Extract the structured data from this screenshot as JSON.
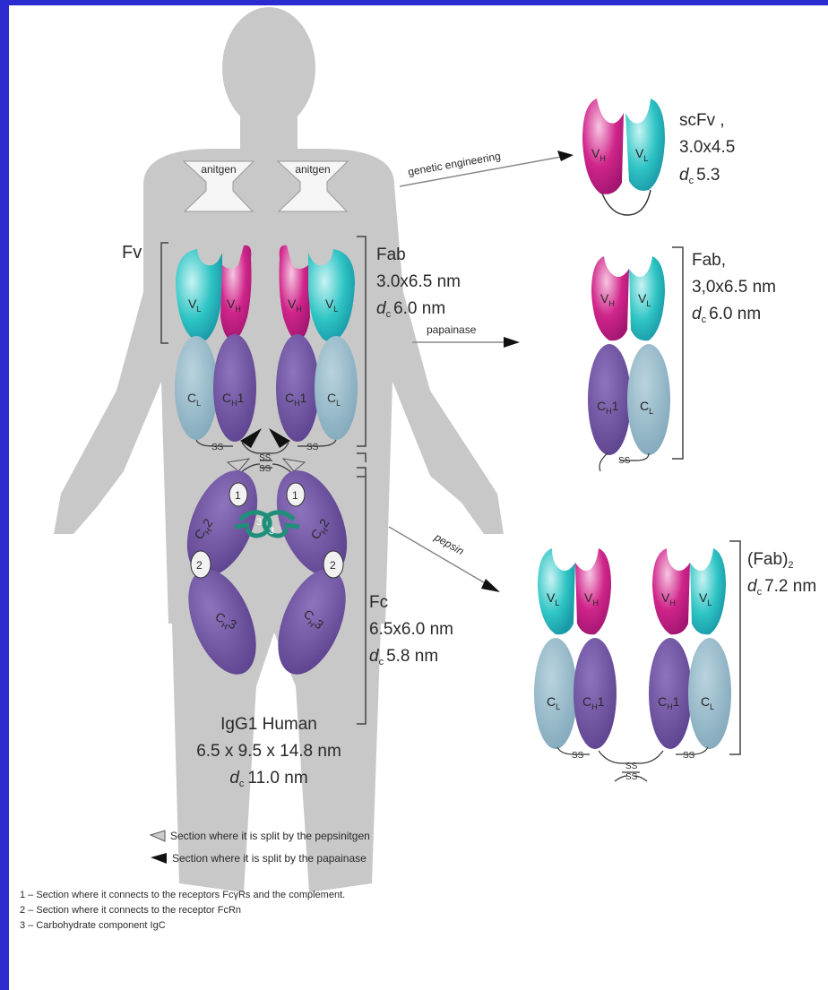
{
  "colors": {
    "background_frame": "#2b2bd0",
    "silhouette": "#c8c8c8",
    "variable_light": "#2ec4c4",
    "variable_heavy": "#d0258a",
    "constant_light": "#8fb5c6",
    "constant_heavy": "#6a4f9b",
    "carbohydrate": "#1f8f7a"
  },
  "antigens": [
    "anitgen",
    "anitgen"
  ],
  "main_antibody": {
    "fv_label": "Fv",
    "fab": {
      "title": "Fab",
      "size": "3.0x6.5 nm",
      "d_symbol": "d",
      "d_sub": "c",
      "d_value": "6.0 nm"
    },
    "fc": {
      "title": "Fc",
      "size": "6.5x6.0 nm",
      "d_symbol": "d",
      "d_sub": "c",
      "d_value": "5.8 nm"
    },
    "caption": {
      "title": "IgG1 Human",
      "size": "6.5 x 9.5 x 14.8 nm",
      "d_symbol": "d",
      "d_sub": "c",
      "d_value": "11.0 nm"
    },
    "domains": {
      "vl": "V",
      "vl_sub": "L",
      "vh": "V",
      "vh_sub": "H",
      "cl": "C",
      "cl_sub": "L",
      "ch1": "C",
      "ch1_sub": "H",
      "ch1_suffix": "1",
      "ch2": "C",
      "ch2_sub": "H",
      "ch2_suffix": "2",
      "ch3": "C",
      "ch3_sub": "H",
      "ch3_suffix": "3"
    },
    "site_numbers": [
      "1",
      "1",
      "2",
      "2",
      "3",
      "3"
    ],
    "ss": "SS"
  },
  "arrows": {
    "genetic": "genetic engineering",
    "papain": "papainase",
    "pepsin": "pepsin"
  },
  "scfv": {
    "title": "scFv ,",
    "size": "3.0x4.5",
    "d_symbol": "d",
    "d_sub": "c",
    "d_value": "5.3"
  },
  "fab_fragment": {
    "title": "Fab,",
    "size": "3,0x6.5 nm",
    "d_symbol": "d",
    "d_sub": "c",
    "d_value": "6.0 nm"
  },
  "fab2_fragment": {
    "title": "(Fab)",
    "title_sub": "2",
    "d_symbol": "d",
    "d_sub": "c",
    "d_value": "7.2 nm"
  },
  "legend": {
    "pepsin_marker": "Section where it is split by the pepsinitgen",
    "papain_marker": "Section where it is split by the papainase",
    "notes": [
      "1 – Section where it connects to the receptors FcγRs and the complement.",
      "2 – Section where it connects to the receptor FcRn",
      "3 – Carbohydrate component IgC"
    ]
  }
}
